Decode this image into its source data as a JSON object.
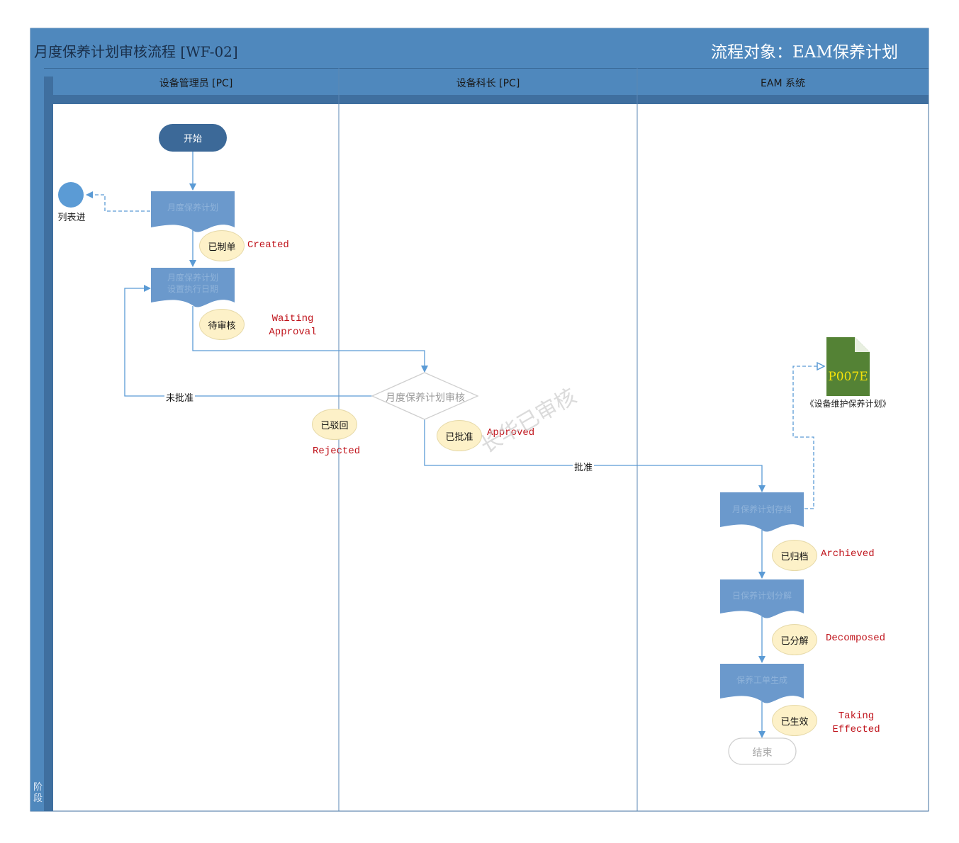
{
  "header": {
    "title": "月度保养计划审核流程 [WF-02]",
    "object": "流程对象：EAM保养计划"
  },
  "stage_label": "阶段",
  "lanes": [
    {
      "label": "设备管理员 [PC]"
    },
    {
      "label": "设备科长 [PC]"
    },
    {
      "label": "EAM 系统"
    }
  ],
  "nodes": {
    "start": "开始",
    "end": "结束",
    "terminator": "列表进",
    "monthly_plan": "月度保养计划",
    "set_date": [
      "月度保养计划",
      "设置执行日期"
    ],
    "review": "月度保养计划审核",
    "archive": "月保养计划存档",
    "decompose": "日保养计划分解",
    "work_order": "保养工单生成",
    "document_code": "P007E",
    "document_name": "《设备维护保养计划》"
  },
  "states": [
    {
      "cn": "已制单",
      "en": "Created"
    },
    {
      "cn": "待审核",
      "en": "Waiting Approval"
    },
    {
      "cn": "已驳回",
      "en": "Rejected"
    },
    {
      "cn": "已批准",
      "en": "Approved"
    },
    {
      "cn": "已归档",
      "en": "Archieved"
    },
    {
      "cn": "已分解",
      "en": "Decomposed"
    },
    {
      "cn": "已生效",
      "en": "Taking Effected"
    }
  ],
  "flows": {
    "reject": "未批准",
    "approve": "批准"
  },
  "watermark": "长华已审核",
  "colors": {
    "header": "#4f88bd",
    "frame": "#3f6f9f",
    "process": "#6b99cc",
    "start": "#3c6998",
    "state": "#fdf1c8",
    "document": "#548235",
    "status_text": "#c0141c"
  }
}
